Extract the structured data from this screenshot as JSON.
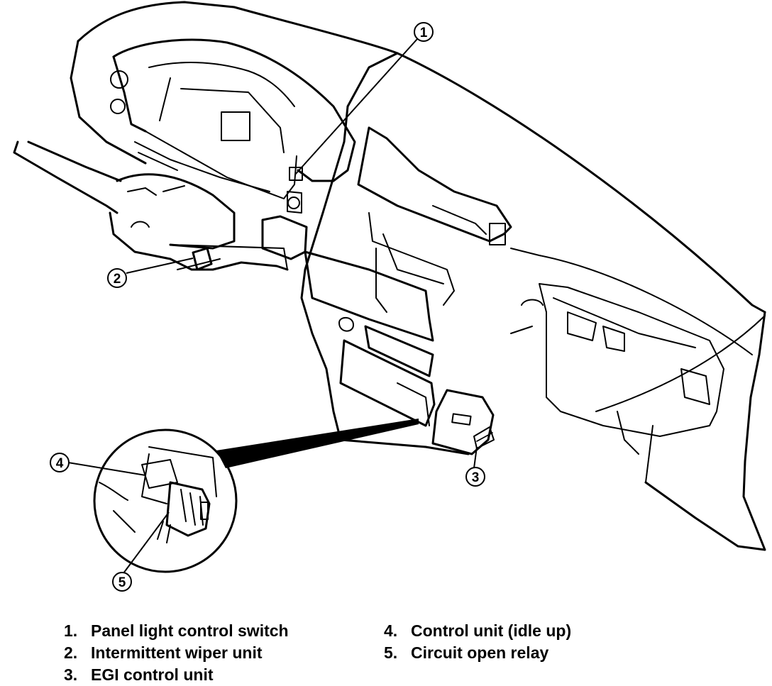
{
  "callouts": [
    {
      "number": "1",
      "name": "Panel light control switch"
    },
    {
      "number": "2",
      "name": "Intermittent wiper unit"
    },
    {
      "number": "3",
      "name": "EGI control unit"
    },
    {
      "number": "4",
      "name": "Control unit (idle up)"
    },
    {
      "number": "5",
      "name": "Circuit open relay"
    }
  ],
  "legend": {
    "items": [
      {
        "num": "1.",
        "text": "Panel light control switch"
      },
      {
        "num": "2.",
        "text": "Intermittent wiper unit"
      },
      {
        "num": "3.",
        "text": "EGI control unit"
      },
      {
        "num": "4.",
        "text": "Control unit (idle up)"
      },
      {
        "num": "5.",
        "text": "Circuit open relay"
      }
    ]
  }
}
